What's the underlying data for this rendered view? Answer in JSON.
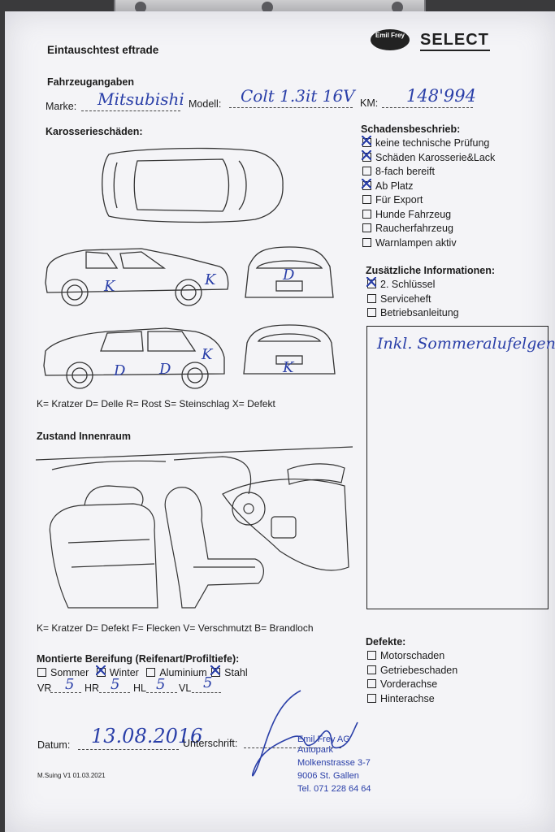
{
  "header": {
    "title": "Eintauschtest eftrade",
    "logo_brand": "Emil Frey",
    "logo_select": "SELECT"
  },
  "vehicle": {
    "section": "Fahrzeugangaben",
    "marke_label": "Marke:",
    "marke_value": "Mitsubishi",
    "modell_label": "Modell:",
    "modell_value": "Colt 1.3it 16V",
    "km_label": "KM:",
    "km_value": "148'994"
  },
  "body_damage": {
    "title": "Karosserieschäden:",
    "legend": "K= Kratzer D= Delle R= Rost S= Steinschlag X= Defekt",
    "marks": [
      "K",
      "K",
      "D",
      "K",
      "D",
      "D",
      "K"
    ]
  },
  "damage_description": {
    "title": "Schadensbeschrieb:",
    "items": [
      {
        "label": "keine technische Prüfung",
        "checked": true
      },
      {
        "label": "Schäden Karosserie&Lack",
        "checked": true
      },
      {
        "label": "8-fach bereift",
        "checked": false
      },
      {
        "label": "Ab Platz",
        "checked": true
      },
      {
        "label": "Für Export",
        "checked": false
      },
      {
        "label": "Hunde Fahrzeug",
        "checked": false
      },
      {
        "label": "Raucherfahrzeug",
        "checked": false
      },
      {
        "label": "Warnlampen aktiv",
        "checked": false
      }
    ]
  },
  "additional_info": {
    "title": "Zusätzliche Informationen:",
    "items": [
      {
        "label": "2. Schlüssel",
        "checked": true
      },
      {
        "label": "Serviceheft",
        "checked": false
      },
      {
        "label": "Betriebsanleitung",
        "checked": false
      }
    ],
    "note": "Inkl. Sommeralufelgen"
  },
  "interior": {
    "title": "Zustand Innenraum",
    "legend": "K= Kratzer D= Defekt F= Flecken V= Verschmutzt B= Brandloch"
  },
  "defects": {
    "title": "Defekte:",
    "items": [
      {
        "label": "Motorschaden",
        "checked": false
      },
      {
        "label": "Getriebeschaden",
        "checked": false
      },
      {
        "label": "Vorderachse",
        "checked": false
      },
      {
        "label": "Hinterachse",
        "checked": false
      }
    ]
  },
  "tires": {
    "title": "Montierte Bereifung (Reifenart/Profiltiefe):",
    "options": [
      {
        "label": "Sommer",
        "checked": false
      },
      {
        "label": "Winter",
        "checked": true
      },
      {
        "label": "Aluminium",
        "checked": false
      },
      {
        "label": "Stahl",
        "checked": true
      }
    ],
    "vr_label": "VR",
    "vr": "5",
    "hr_label": "HR",
    "hr": "5",
    "hl_label": "HL",
    "hl": "5",
    "vl_label": "VL",
    "vl": "5"
  },
  "footer": {
    "datum_label": "Datum:",
    "datum_value": "13.08.2016",
    "unterschrift_label": "Unterschrift:",
    "form_id": "M.Suing V1 01.03.2021",
    "stamp": [
      "Emil Frey AG",
      "Autopark",
      "Molkenstrasse 3-7",
      "9006 St. Gallen",
      "Tel. 071 228 64 64"
    ]
  },
  "colors": {
    "ink": "#2a3fa8",
    "paper": "#f4f4f7",
    "clipboard": "#3a3a3c"
  }
}
